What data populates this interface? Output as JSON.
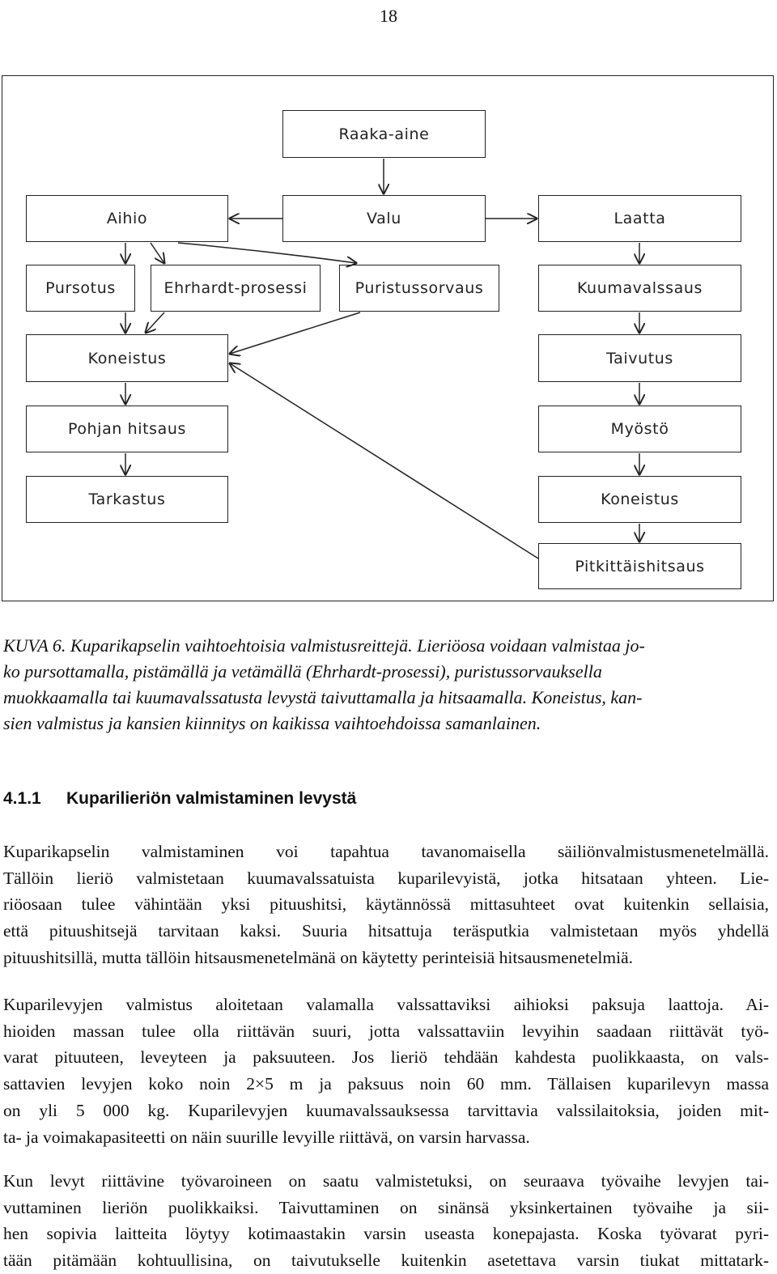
{
  "page_number": "18",
  "flowchart": {
    "raw_material": "Raaka-aine",
    "billet": "Aihio",
    "casting": "Valu",
    "slab": "Laatta",
    "extrusion": "Pursotus",
    "ehrhardt": "Ehrhardt-prosessi",
    "press_forming": "Puristussorvaus",
    "hot_rolling": "Kuumavalssaus",
    "machining_left": "Koneistus",
    "bending": "Taivutus",
    "bottom_welding": "Pohjan hitsaus",
    "gap": "Myöstö",
    "inspection": "Tarkastus",
    "machining_right": "Koneistus",
    "longitudinal_welding": "Pitkittäishitsaus"
  },
  "caption": {
    "label": "KUVA 6.",
    "lines": [
      "Kuparikapselin vaihtoehtoisia valmistusreittejä. Lieriöosa voidaan valmistaa jo-",
      "ko pursottamalla, pistämällä ja vetämällä (Ehrhardt-prosessi), puristussorvauksella",
      "muokkaamalla tai kuumavalssatusta levystä taivuttamalla ja hitsaamalla. Koneistus, kan-",
      "sien valmistus ja kansien kiinnitys on kaikissa vaihtoehdoissa samanlainen."
    ]
  },
  "section": {
    "number": "4.1.1",
    "title": "Kuparilieriön valmistaminen levystä"
  },
  "paragraphs": [
    [
      "Kuparikapselin valmistaminen voi tapahtua tavanomaisella säiliönvalmistusmenetelmällä.",
      "Tällöin lieriö valmistetaan kuumavalssatuista kuparilevyistä, jotka hitsataan yhteen. Lie-",
      "riöosaan tulee vähintään yksi pituushitsi, käytännössä mittasuhteet ovat kuitenkin sellaisia,",
      "että pituushitsejä tarvitaan kaksi. Suuria hitsattuja teräsputkia valmistetaan myös yhdellä",
      "pituushitsillä, mutta tällöin hitsausmenetelmänä on käytetty perinteisiä hitsausmenetelmiä."
    ],
    [
      "Kuparilevyjen valmistus aloitetaan valamalla valssattaviksi aihioksi paksuja laattoja. Ai-",
      "hioiden massan tulee olla riittävän suuri, jotta valssattaviin levyihin saadaan riittävät työ-",
      "varat pituuteen, leveyteen ja paksuuteen. Jos lieriö tehdään kahdesta puolikkaasta, on vals-",
      "sattavien levyjen koko noin 2×5 m ja paksuus noin 60 mm. Tällaisen kuparilevyn massa",
      "on yli 5 000 kg. Kuparilevyjen kuumavalssauksessa tarvittavia valssilaitoksia, joiden mit-",
      "ta- ja voimakapasiteetti on näin suurille levyille riittävä, on varsin harvassa."
    ],
    [
      "Kun levyt riittävine työvaroineen on saatu valmistetuksi, on seuraava työvaihe levyjen tai-",
      "vuttaminen lieriön puolikkaiksi. Taivuttaminen on sinänsä yksinkertainen työvaihe ja sii-",
      "hen sopivia laitteita löytyy kotimaastakin varsin useasta konepajasta. Koska työvarat pyri-",
      "tään pitämään kohtuullisina, on taivutukselle kuitenkin asetettava varsin tiukat mittatark-"
    ]
  ]
}
